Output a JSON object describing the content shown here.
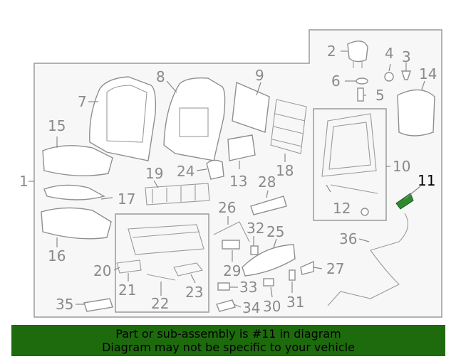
{
  "diagram": {
    "highlight_part": "11",
    "colors": {
      "highlight": "#2f8a2f",
      "banner": "#1e6b0e",
      "line": "#8f8f8f",
      "label": "#8a8a8a"
    },
    "callouts": [
      {
        "id": "c1",
        "text": "1"
      },
      {
        "id": "c2",
        "text": "2"
      },
      {
        "id": "c3",
        "text": "3"
      },
      {
        "id": "c4",
        "text": "4"
      },
      {
        "id": "c5",
        "text": "5"
      },
      {
        "id": "c6",
        "text": "6"
      },
      {
        "id": "c7",
        "text": "7"
      },
      {
        "id": "c8",
        "text": "8"
      },
      {
        "id": "c9",
        "text": "9"
      },
      {
        "id": "c10",
        "text": "10"
      },
      {
        "id": "c11",
        "text": "11"
      },
      {
        "id": "c12",
        "text": "12"
      },
      {
        "id": "c13",
        "text": "13"
      },
      {
        "id": "c14",
        "text": "14"
      },
      {
        "id": "c15",
        "text": "15"
      },
      {
        "id": "c16",
        "text": "16"
      },
      {
        "id": "c17",
        "text": "17"
      },
      {
        "id": "c18",
        "text": "18"
      },
      {
        "id": "c19",
        "text": "19"
      },
      {
        "id": "c20",
        "text": "20"
      },
      {
        "id": "c21",
        "text": "21"
      },
      {
        "id": "c22",
        "text": "22"
      },
      {
        "id": "c23",
        "text": "23"
      },
      {
        "id": "c24",
        "text": "24"
      },
      {
        "id": "c25",
        "text": "25"
      },
      {
        "id": "c26",
        "text": "26"
      },
      {
        "id": "c27",
        "text": "27"
      },
      {
        "id": "c28",
        "text": "28"
      },
      {
        "id": "c29",
        "text": "29"
      },
      {
        "id": "c30",
        "text": "30"
      },
      {
        "id": "c31",
        "text": "31"
      },
      {
        "id": "c32",
        "text": "32"
      },
      {
        "id": "c33",
        "text": "33"
      },
      {
        "id": "c34",
        "text": "34"
      },
      {
        "id": "c35",
        "text": "35"
      },
      {
        "id": "c36",
        "text": "36"
      }
    ]
  },
  "banner": {
    "line1": "Part or sub-assembly is #11 in diagram",
    "line2": "Diagram may not be specific to your vehicle"
  }
}
